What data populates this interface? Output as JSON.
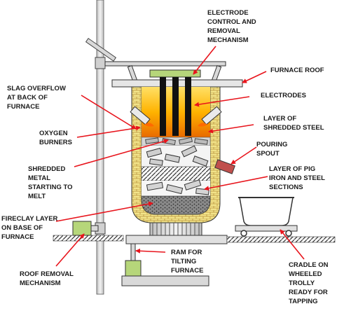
{
  "labels": {
    "electrode_control": [
      "ELECTRODE",
      "CONTROL AND",
      "REMOVAL",
      "MECHANISM"
    ],
    "furnace_roof": [
      "FURNACE ROOF"
    ],
    "electrodes": [
      "ELECTRODES"
    ],
    "slag_overflow": [
      "SLAG OVERFLOW",
      "AT BACK OF",
      "FURNACE"
    ],
    "oxygen_burners": [
      "OXYGEN",
      "BURNERS"
    ],
    "shredded_steel_layer": [
      "LAYER OF",
      "SHREDDED STEEL"
    ],
    "pouring_spout": [
      "POURING",
      "SPOUT"
    ],
    "shredded_metal_melt": [
      "SHREDDED",
      "METAL",
      "STARTING TO",
      "MELT"
    ],
    "pig_iron_layer": [
      "LAYER OF PIG",
      "IRON AND STEEL",
      "SECTIONS"
    ],
    "fireclay_layer": [
      "FIRECLAY LAYER",
      "ON BASE OF",
      "FURNACE"
    ],
    "roof_removal": [
      "ROOF REMOVAL",
      "MECHANISM"
    ],
    "ram_tilting": [
      "RAM FOR",
      "TILTING",
      "FURNACE"
    ],
    "cradle_trolly": [
      "CRADLE ON",
      "WHEELED",
      "TROLLY",
      "READY FOR",
      "TAPPING"
    ]
  },
  "colors": {
    "arrow": "#e8141c",
    "roof_green": "#b6d67a",
    "brick": "#f2e48a",
    "mortar": "#b8903a",
    "molten_top": "#ffcc00",
    "molten_mid": "#f5a623",
    "hearth": "#6b6b6b",
    "frame": "#d9d9d9"
  }
}
